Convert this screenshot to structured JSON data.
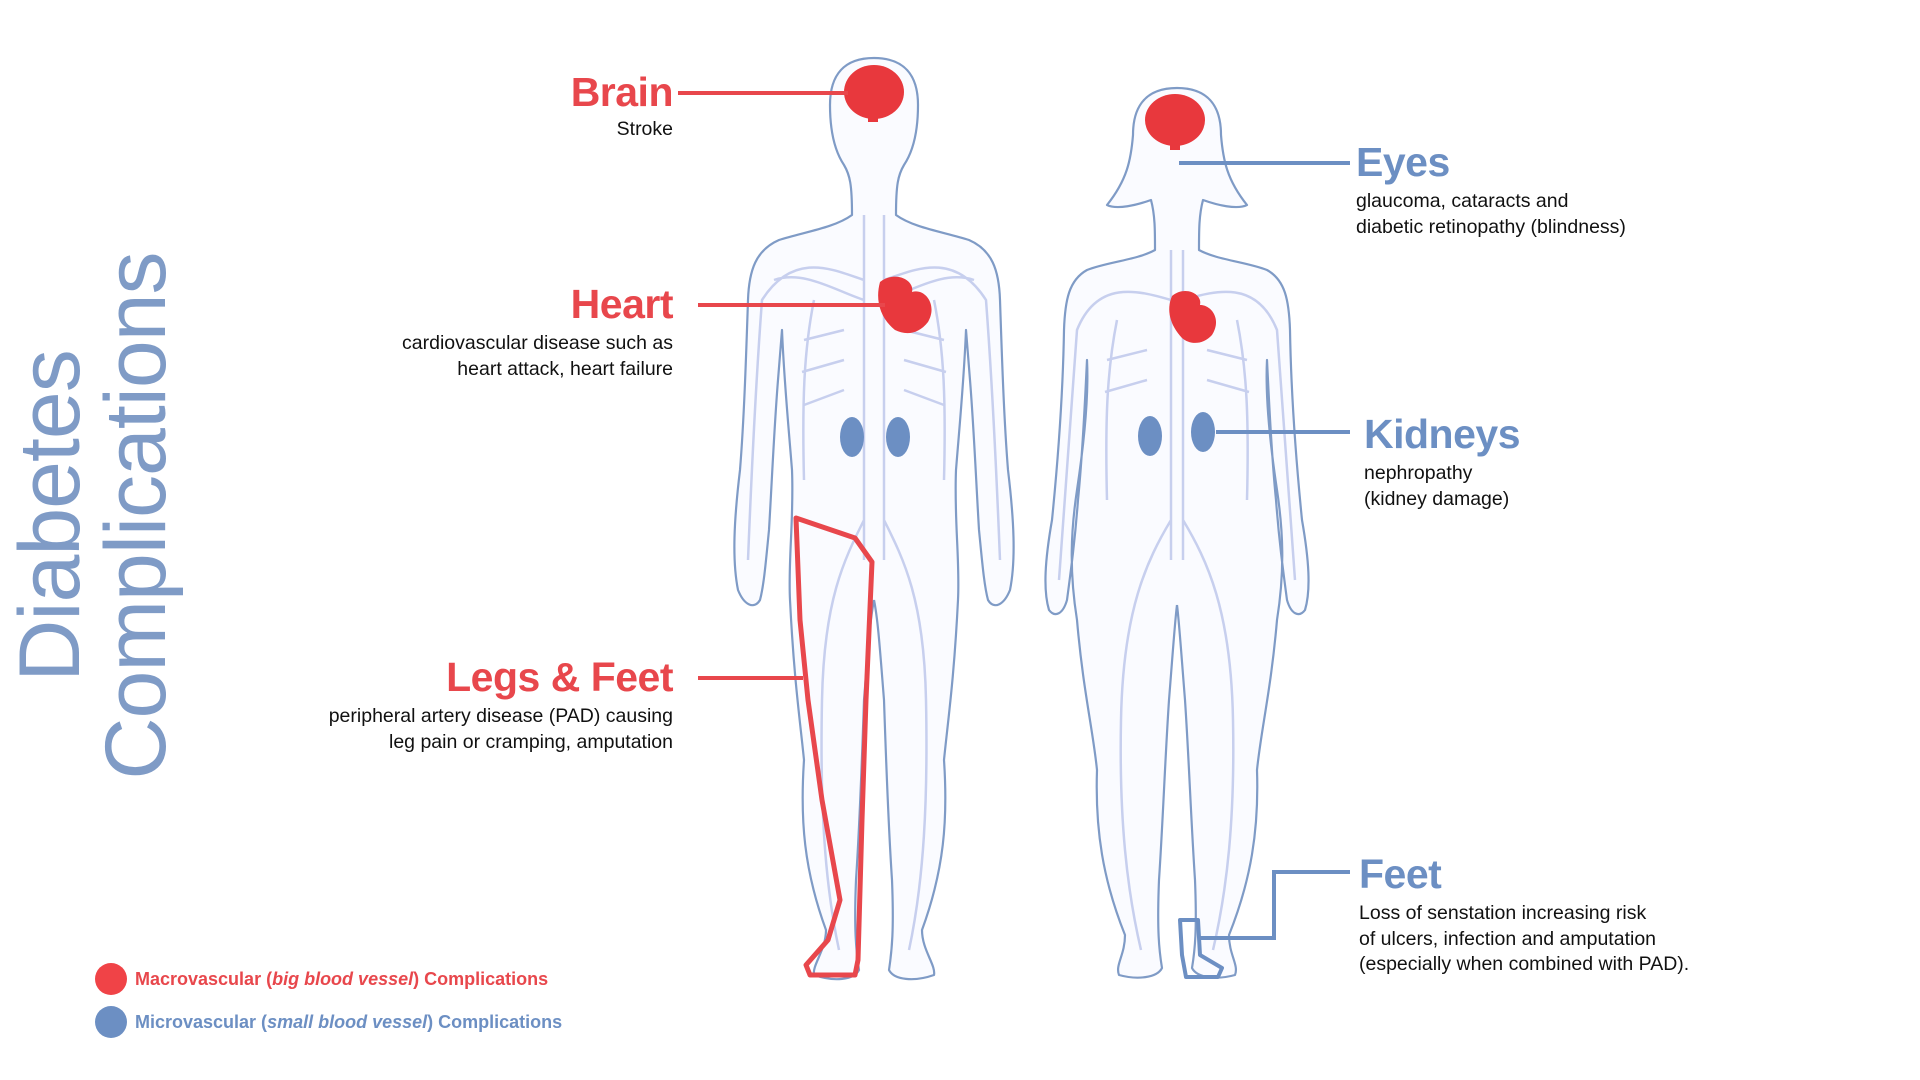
{
  "title": "Diabetes Complications",
  "colors": {
    "macro": "#e8474c",
    "micro": "#6c8fc3",
    "title": "#7f9bc6"
  },
  "labels": {
    "brain": {
      "title": "Brain",
      "desc": [
        "Stroke"
      ]
    },
    "heart": {
      "title": "Heart",
      "desc": [
        "cardiovascular disease such as",
        "heart attack, heart failure"
      ]
    },
    "legs": {
      "title": "Legs & Feet",
      "desc": [
        "peripheral artery disease (PAD) causing",
        "leg pain or cramping, amputation"
      ]
    },
    "eyes": {
      "title": "Eyes",
      "desc": [
        "glaucoma, cataracts and",
        "diabetic retinopathy (blindness)"
      ]
    },
    "kidneys": {
      "title": "Kidneys",
      "desc": [
        "nephropathy",
        "(kidney damage)"
      ]
    },
    "feet": {
      "title": "Feet",
      "desc": [
        "Loss of senstation increasing risk",
        "of ulcers, infection and amputation",
        "(especially when combined with PAD)."
      ]
    }
  },
  "legend": {
    "macro": {
      "pre": "Macrovascular (",
      "em": "big blood vessel",
      "post": ") Complications"
    },
    "micro": {
      "pre": "Microvascular (",
      "em": "small blood vessel",
      "post": ") Complications"
    }
  }
}
